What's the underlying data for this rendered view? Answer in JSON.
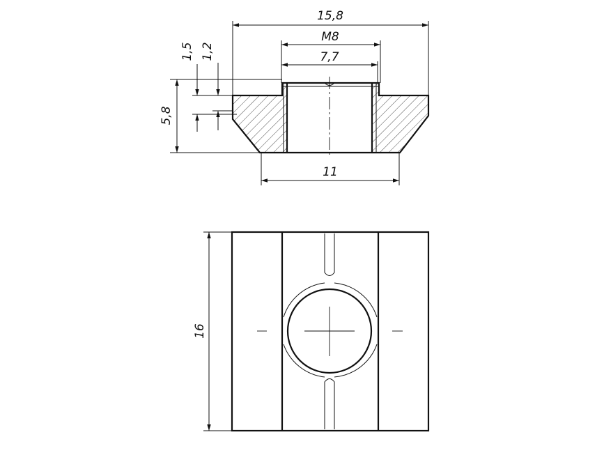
{
  "drawing": {
    "dimensions": {
      "overall_width": "15,8",
      "thread": "M8",
      "bore": "7,7",
      "height_total": "5,8",
      "step_1": "1,5",
      "step_2": "1,2",
      "base_width": "11",
      "length": "16"
    }
  }
}
